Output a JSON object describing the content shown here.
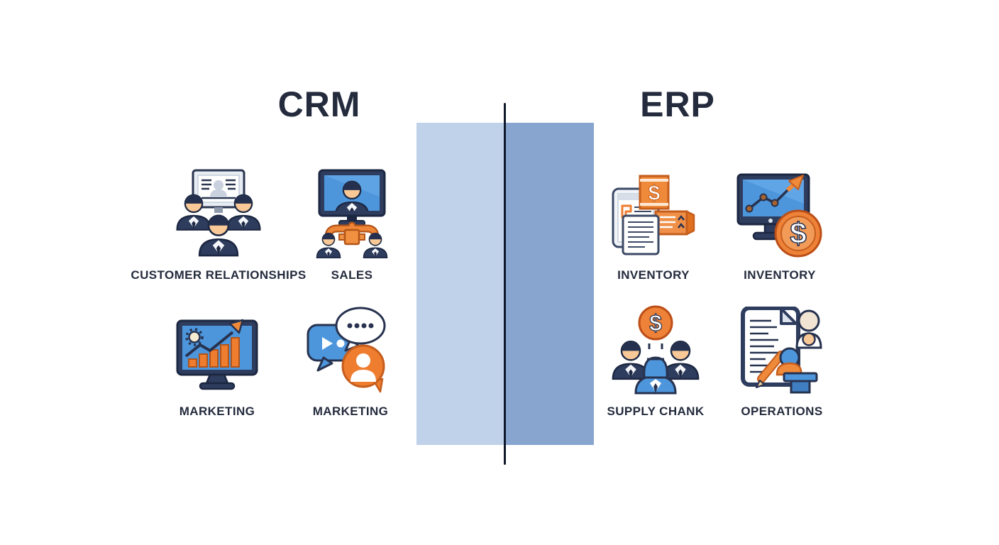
{
  "left_panel": {
    "title": "CRM",
    "items": [
      {
        "label": "CUSTOMER RELATIONSHIPS",
        "icon": "customer-relationships-icon"
      },
      {
        "label": "SALES",
        "icon": "sales-network-icon"
      },
      {
        "label": "MARKETING",
        "icon": "marketing-analytics-icon"
      },
      {
        "label": "MARKETING",
        "icon": "marketing-chat-icon"
      }
    ]
  },
  "right_panel": {
    "title": "ERP",
    "items": [
      {
        "label": "INVENTORY",
        "icon": "inventory-documents-icon"
      },
      {
        "label": "INVENTORY",
        "icon": "inventory-finance-icon"
      },
      {
        "label": "SUPPLY CHANK",
        "icon": "supply-chain-icon"
      },
      {
        "label": "OPERATIONS",
        "icon": "operations-icon"
      }
    ]
  },
  "colors": {
    "title": "#242b3d",
    "label": "#242b3d",
    "divider-left": "#c0d1ea",
    "divider-right": "#87a5ce",
    "divider-line": "#10192b",
    "navy": "#2e3c5e",
    "screen-blue": "#4d96dc",
    "accent-orange": "#ef7d2f",
    "skin": "#f8c897"
  }
}
